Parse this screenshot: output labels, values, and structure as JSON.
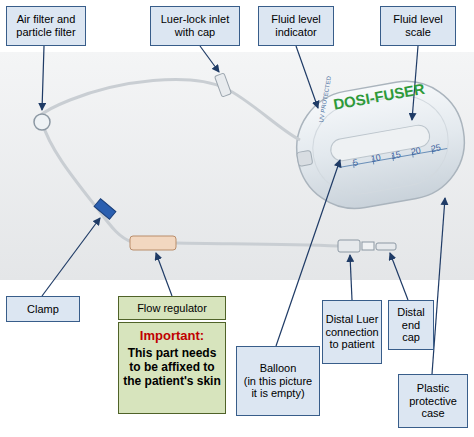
{
  "diagram": {
    "nodes": [
      {
        "text": [
          "Air filter and particle filter"
        ]
      },
      {
        "text": [
          "Luer-lock inlet with cap"
        ]
      },
      {
        "text": [
          "Fluid level indicator"
        ]
      },
      {
        "text": [
          "Fluid level scale"
        ]
      },
      {
        "text": [
          "Clamp"
        ]
      },
      {
        "text": [
          "Flow regulator"
        ]
      },
      {
        "text": [
          "Important:",
          "This part needs to be affixed to the patient's skin"
        ]
      },
      {
        "text": [
          "Balloon",
          "(in this picture it is empty)"
        ]
      },
      {
        "text": [
          "Distal Luer connection to patient"
        ]
      },
      {
        "text": [
          "Distal end cap"
        ]
      },
      {
        "text": [
          "Plastic protective case"
        ]
      }
    ],
    "edges": [],
    "labels": [
      "DOSI-FUSER",
      "UV PROTECTED",
      "5",
      "10",
      "15",
      "20",
      "25"
    ]
  }
}
